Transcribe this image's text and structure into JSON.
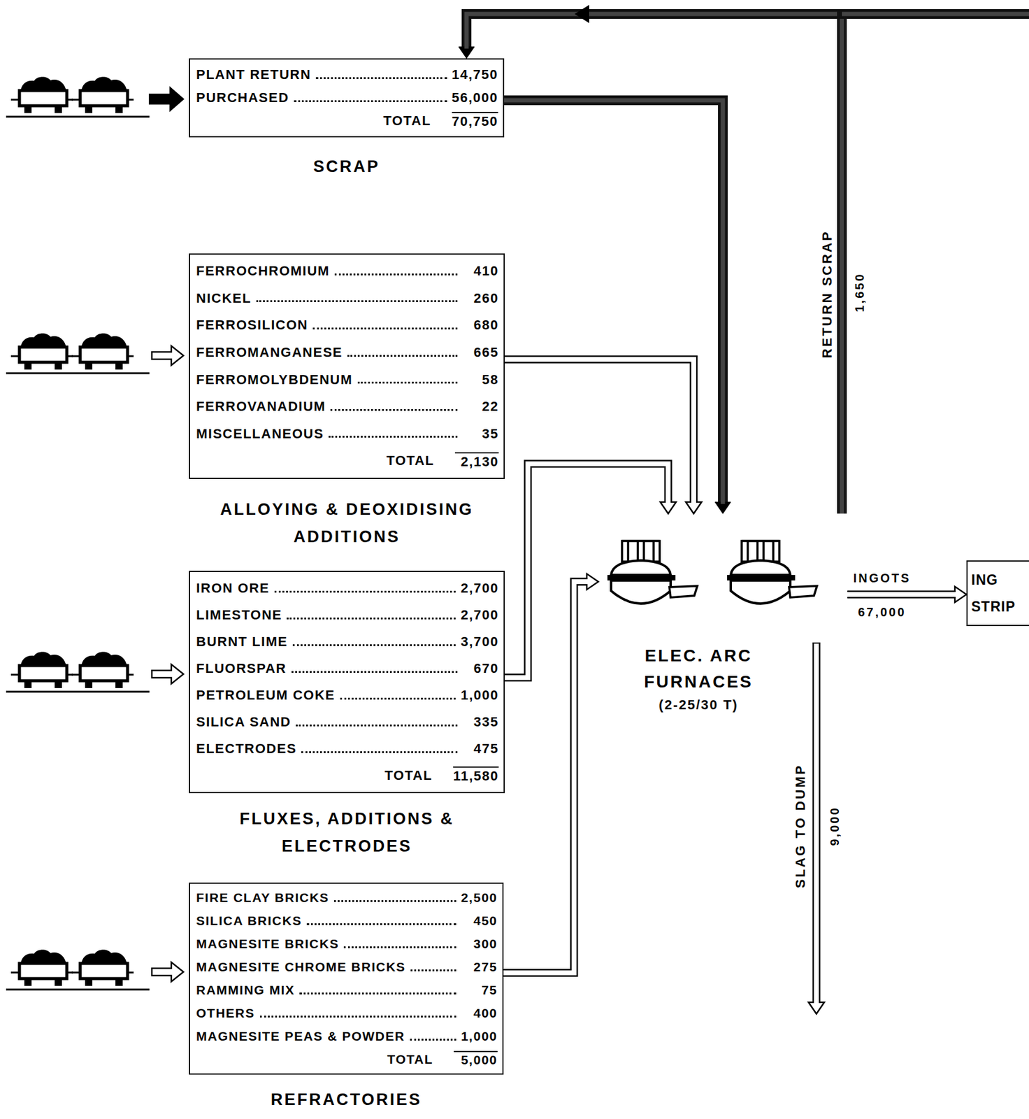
{
  "diagram": {
    "nodes": [
      {
        "text": [
          "PLANT RETURN",
          "14,750",
          "PURCHASED",
          "56,000",
          "TOTAL",
          "70,750",
          "SCRAP"
        ]
      },
      {
        "text": [
          "FERROCHROMIUM",
          "410",
          "NICKEL",
          "260",
          "FERROSILICON",
          "680",
          "FERROMANGANESE",
          "665",
          "FERROMOLYBDENUM",
          "58",
          "FERROVANADIUM",
          "22",
          "MISCELLANEOUS",
          "35",
          "TOTAL",
          "2,130",
          "ALLOYING & DEOXIDISING ADDITIONS"
        ]
      },
      {
        "text": [
          "IRON ORE",
          "2,700",
          "LIMESTONE",
          "2,700",
          "BURNT LIME",
          "3,700",
          "FLUORSPAR",
          "670",
          "PETROLEUM COKE",
          "1,000",
          "SILICA SAND",
          "335",
          "ELECTRODES",
          "475",
          "TOTAL",
          "11,580",
          "FLUXES, ADDITIONS & ELECTRODES"
        ]
      },
      {
        "text": [
          "FIRE CLAY BRICKS",
          "2,500",
          "SILICA BRICKS",
          "450",
          "MAGNESITE BRICKS",
          "300",
          "MAGNESITE CHROME BRICKS",
          "275",
          "RAMMING MIX",
          "75",
          "OTHERS",
          "400",
          "MAGNESITE PEAS & POWDER",
          "1,000",
          "TOTAL",
          "5,000",
          "REFRACTORIES"
        ]
      },
      {
        "text": [
          "ELEC. ARC FURNACES",
          "(2-25/30 T)"
        ]
      },
      {
        "text": [
          "ING STRIP"
        ]
      }
    ],
    "edges": [
      {
        "from": 0,
        "to": 4,
        "arrow": "to"
      },
      {
        "from": 1,
        "to": 4,
        "arrow": "to"
      },
      {
        "from": 2,
        "to": 4,
        "arrow": "to"
      },
      {
        "from": 3,
        "to": 4,
        "arrow": "to"
      },
      {
        "from": 4,
        "to": 5,
        "label": "INGOTS",
        "arrow": "to"
      },
      {
        "from": 4,
        "to": 0,
        "label": "RETURN SCRAP",
        "arrow": "to"
      }
    ],
    "labels": [
      "67,000",
      "1,650",
      "SLAG TO DUMP",
      "9,000"
    ]
  }
}
